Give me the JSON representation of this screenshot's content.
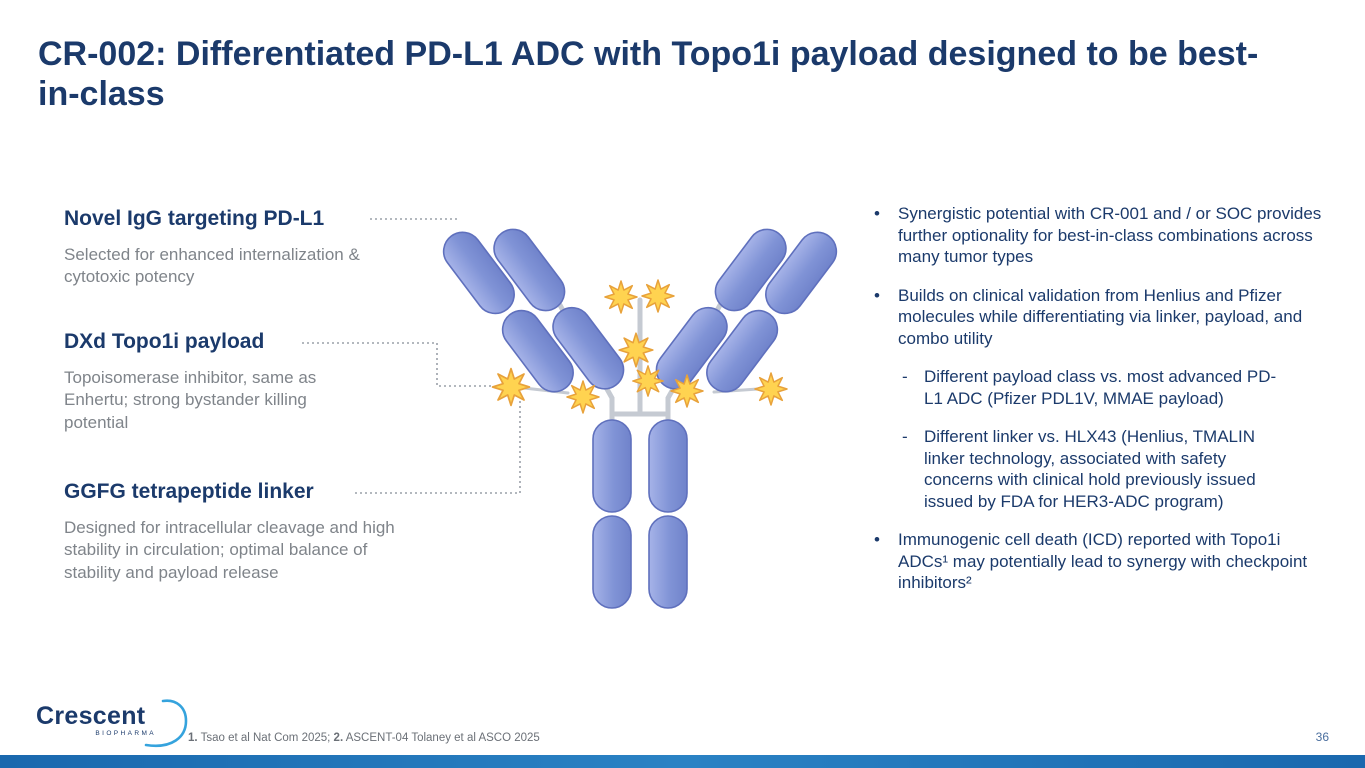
{
  "slide": {
    "title": "CR-002: Differentiated PD-L1 ADC with Topo1i payload designed to be best-in-class",
    "page_number": "36"
  },
  "callouts": {
    "items": [
      {
        "heading": "Novel IgG targeting PD-L1",
        "description": "Selected for enhanced internalization & cytotoxic potency"
      },
      {
        "heading": "DXd Topo1i payload",
        "description": "Topoisomerase inhibitor, same as Enhertu; strong bystander killing potential"
      },
      {
        "heading": "GGFG tetrapeptide linker",
        "description": "Designed for intracellular cleavage and high stability in circulation; optimal balance of stability and payload release"
      }
    ]
  },
  "bullets": {
    "items": [
      {
        "level": 1,
        "marker": "•",
        "text": "Synergistic potential with CR-001 and / or SOC provides further optionality for best-in-class combinations across many tumor types"
      },
      {
        "level": 1,
        "marker": "•",
        "text": "Builds on clinical validation from Henlius and Pfizer molecules while differentiating via linker, payload, and combo utility"
      },
      {
        "level": 2,
        "marker": "-",
        "text": "Different payload class vs. most advanced PD-L1 ADC (Pfizer PDL1V, MMAE payload)"
      },
      {
        "level": 2,
        "marker": "-",
        "text": "Different linker vs. HLX43 (Henlius, TMALIN linker technology, associated with safety concerns with clinical hold previously issued issued by FDA for HER3-ADC program)"
      },
      {
        "level": 1,
        "marker": "•",
        "text": "Immunogenic cell death (ICD) reported with Topo1i ADCs¹ may potentially lead to synergy with checkpoint inhibitors²"
      }
    ]
  },
  "footer": {
    "logo": {
      "name": "Crescent",
      "tagline": "BIOPHARMA"
    },
    "footnotes": [
      {
        "num": "1.",
        "text": " Tsao et al Nat Com 2025; "
      },
      {
        "num": "2.",
        "text": " ASCENT-04 Tolaney et al ASCO 2025"
      }
    ]
  },
  "colors": {
    "navy": "#1B3A6B",
    "gray-text": "#7F848A",
    "antibody-fill": "#8093D6",
    "antibody-stroke": "#5F70BD",
    "star-fill": "#FFD350",
    "star-stroke": "#E8A23B",
    "arc-blue": "#35A3DD",
    "bar-blue": "#1D71B6"
  }
}
